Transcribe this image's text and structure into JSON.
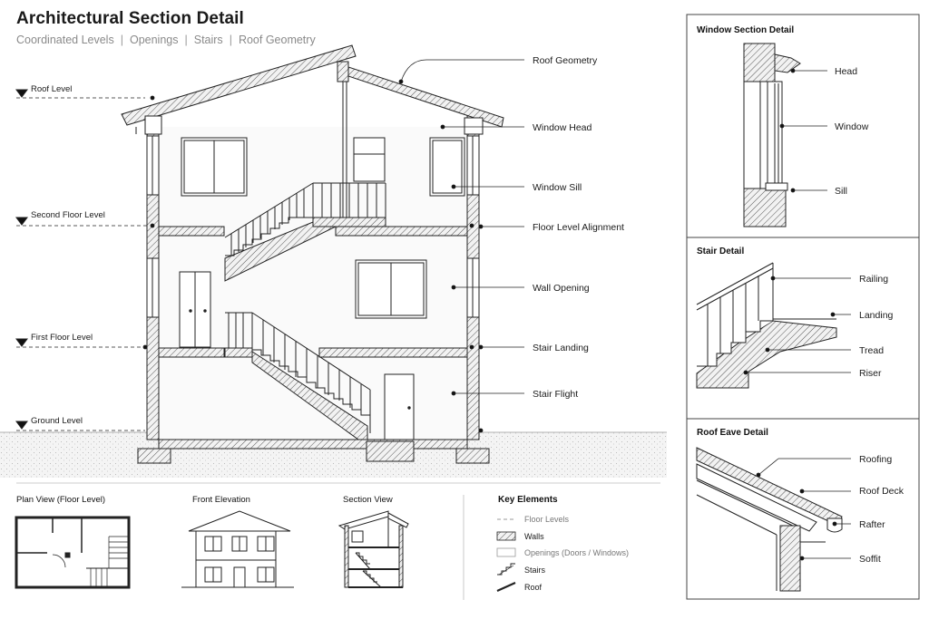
{
  "title": "Architectural Section Detail",
  "subtitle": [
    "Coordinated Levels",
    "Openings",
    "Stairs",
    "Roof Geometry"
  ],
  "levels": [
    "Roof Level",
    "Second Floor Level",
    "First Floor Level",
    "Ground Level"
  ],
  "callouts": [
    "Roof Geometry",
    "Window Head",
    "Window Sill",
    "Floor Level Alignment",
    "Wall Opening",
    "Stair Landing",
    "Stair Flight"
  ],
  "window_detail": {
    "title": "Window Section Detail",
    "labels": [
      "Head",
      "Window",
      "Sill"
    ]
  },
  "stair_detail": {
    "title": "Stair Detail",
    "labels": [
      "Railing",
      "Landing",
      "Tread",
      "Riser"
    ]
  },
  "roof_eave_detail": {
    "title": "Roof Eave Detail",
    "labels": [
      "Roofing",
      "Roof Deck",
      "Rafter",
      "Soffit"
    ]
  },
  "views": [
    "Plan View (Floor Level)",
    "Front Elevation",
    "Section View"
  ],
  "key": {
    "title": "Key Elements",
    "items": [
      "Floor Levels",
      "Walls",
      "Openings (Doors / Windows)",
      "Stairs",
      "Roof"
    ]
  }
}
